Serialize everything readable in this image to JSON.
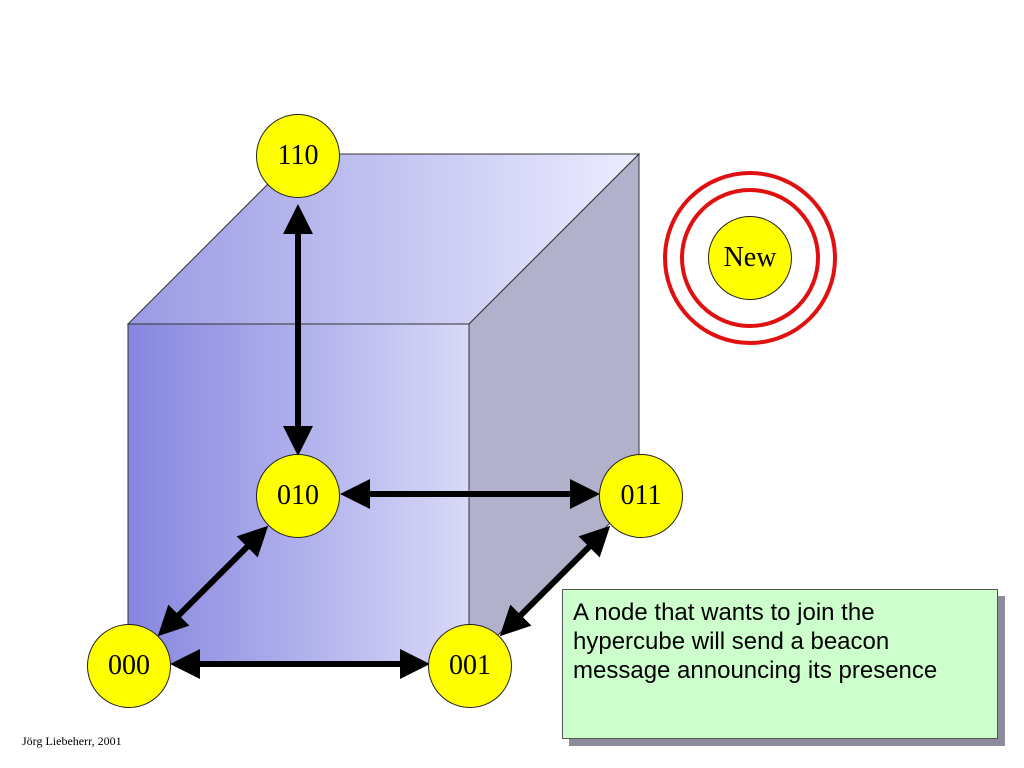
{
  "nodes": {
    "n110": "110",
    "n010": "010",
    "n011": "011",
    "n000": "000",
    "n001": "001",
    "new": "New"
  },
  "callout": {
    "text": "A node that wants to join the hypercube will send a beacon message announcing its presence"
  },
  "footer": {
    "author": "Jörg Liebeherr, 2001"
  },
  "colors": {
    "node_fill": "#ffff00",
    "beacon_ring": "#e01010",
    "callout_fill": "#ccffcc",
    "cube_front_left": "#8888e0",
    "cube_front_right": "#d8d8f8",
    "cube_side": "#b0b0cc",
    "arrow": "#000000"
  }
}
